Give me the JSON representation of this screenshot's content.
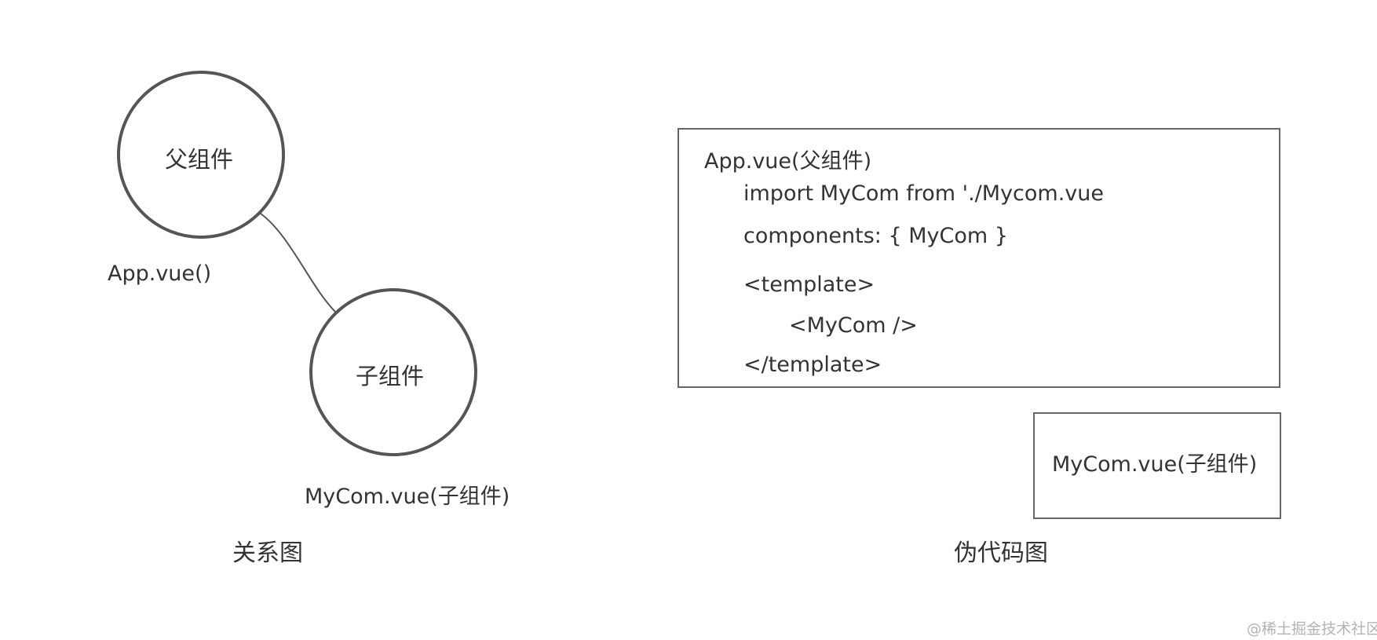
{
  "relation_diagram": {
    "parent_node_label": "父组件",
    "parent_caption": "App.vue()",
    "child_node_label": "子组件",
    "child_caption": "MyCom.vue(子组件)",
    "title": "关系图"
  },
  "pseudocode_diagram": {
    "code_box": {
      "header": "App.vue(父组件)",
      "import_line": "import MyCom from './Mycom.vue",
      "components_line": "components: { MyCom }",
      "template_open": "<template>",
      "component_tag": "<MyCom />",
      "template_close": "</template>"
    },
    "child_box_label": "MyCom.vue(子组件)",
    "title": "伪代码图"
  },
  "watermark": "@稀土掘金技术社区",
  "colors": {
    "stroke": "#555555",
    "text": "#333333",
    "watermark": "#b3b3b3"
  }
}
